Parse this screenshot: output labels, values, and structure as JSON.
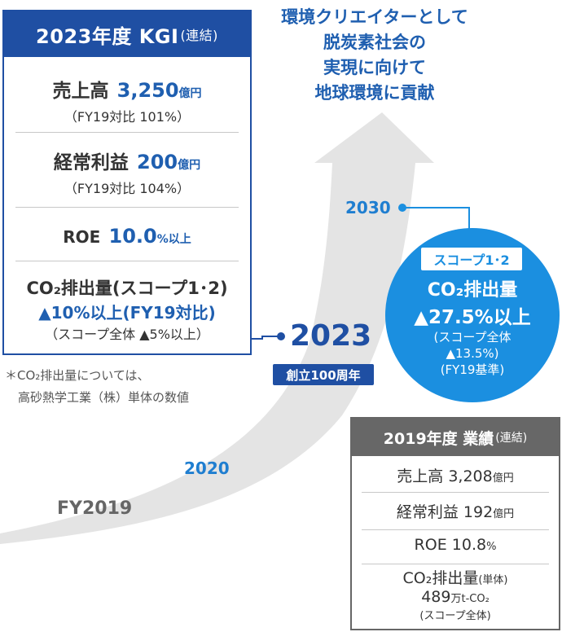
{
  "kgi": {
    "title": "2023年度 KGI",
    "title_suffix": "(連結)",
    "sales": {
      "label": "売上高",
      "value": "3,250",
      "unit": "億円",
      "sub": "（FY19対比 101%）"
    },
    "profit": {
      "label": "経常利益",
      "value": "200",
      "unit": "億円",
      "sub": "（FY19対比 104%）"
    },
    "roe": {
      "label": "ROE",
      "value": "10.0",
      "unit": "%以上"
    },
    "co2": {
      "label": "CO₂排出量(スコープ1･2)",
      "value": "▲10%以上(FY19対比)",
      "sub": "（スコープ全体 ▲5%以上）"
    }
  },
  "footnote": {
    "line1": "＊CO₂排出量については、",
    "line2": "高砂熱学工業（株）単体の数値"
  },
  "headline": {
    "line1": "環境クリエイターとして",
    "line2": "脱炭素社会の",
    "line3": "実現に向けて",
    "line4": "地球環境に貢献"
  },
  "timeline": {
    "fy2019": "FY2019",
    "y2020": "2020",
    "y2023": "2023",
    "y2023_badge": "創立100周年",
    "y2030": "2030"
  },
  "target_2030": {
    "scope": "スコープ1･2",
    "title": "CO₂排出量",
    "value": "▲27.5%以上",
    "sub1": "(スコープ全体",
    "sub2": "▲13.5%)",
    "sub3": "(FY19基準)"
  },
  "results_2019": {
    "title": "2019年度 業績",
    "title_suffix": "(連結)",
    "sales_label": "売上高",
    "sales_value": "3,208",
    "sales_unit": "億円",
    "profit_label": "経常利益",
    "profit_value": "192",
    "profit_unit": "億円",
    "roe_label": "ROE",
    "roe_value": "10.8",
    "roe_unit": "%",
    "co2_label": "CO₂排出量",
    "co2_scope": "(単体)",
    "co2_value": "489",
    "co2_unit": "万t-CO₂",
    "co2_sub": "(スコープ全体)"
  },
  "colors": {
    "kgi_blue": "#1f4fa3",
    "accent_blue": "#1f5fb0",
    "circle_blue": "#1b8fe0",
    "result_gray": "#676767",
    "arrow_gray": "#e4e4e4"
  }
}
